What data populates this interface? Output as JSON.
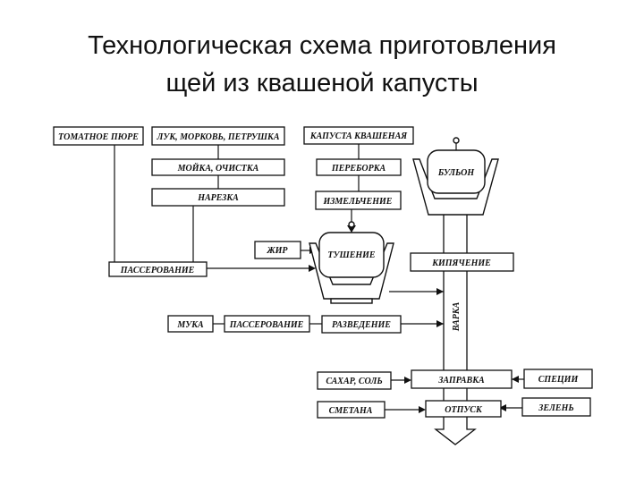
{
  "title": {
    "line1": "Технологическая схема приготовления",
    "line2": "щей из квашеной капусты"
  },
  "boxes": {
    "tomato": "ТОМАТНОЕ ПЮРЕ",
    "veg": "ЛУК, МОРКОВЬ, ПЕТРУШКА",
    "wash": "МОЙКА, ОЧИСТКА",
    "cut": "НАРЕЗКА",
    "saute1": "ПАССЕРОВАНИЕ",
    "cabbage": "КАПУСТА КВАШЕНАЯ",
    "sort": "ПЕРЕБОРКА",
    "grind": "ИЗМЕЛЬЧЕНИЕ",
    "fat": "ЖИР",
    "stew": "ТУШЕНИЕ",
    "broth": "БУЛЬОН",
    "boil": "КИПЯЧЕНИЕ",
    "cook": "ВАРКА",
    "flour": "МУКА",
    "saute2": "ПАССЕРОВАНИЕ",
    "dilute": "РАЗВЕДЕНИЕ",
    "sugar": "САХАР, СОЛЬ",
    "season": "ЗАПРАВКА",
    "spices": "СПЕЦИИ",
    "sourcream": "СМЕТАНА",
    "serve": "ОТПУСК",
    "greens": "ЗЕЛЕНЬ"
  }
}
